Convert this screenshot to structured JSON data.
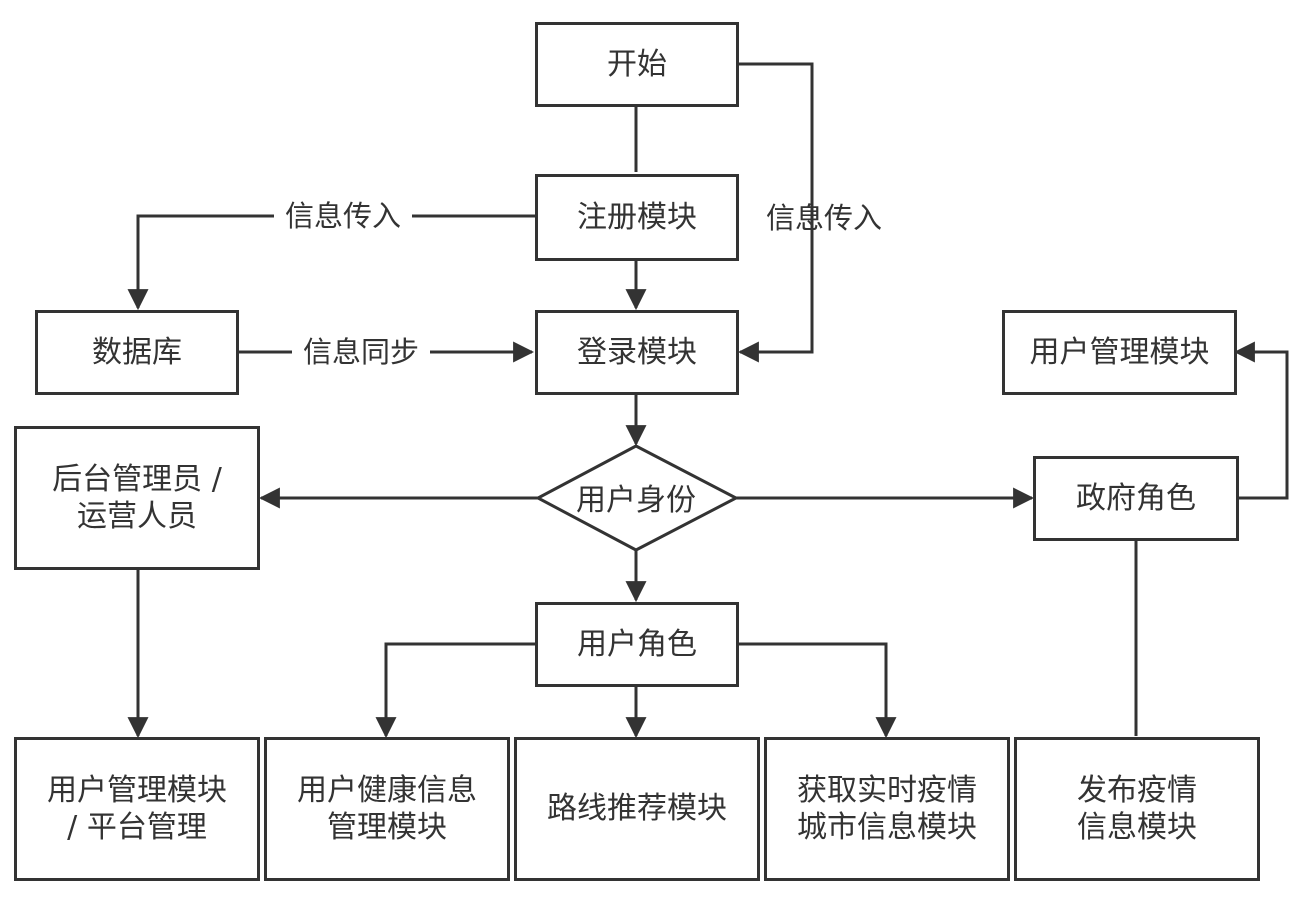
{
  "nodes": {
    "start": "开始",
    "register": "注册模块",
    "login": "登录模块",
    "database": "数据库",
    "user_identity": "用户身份",
    "admin_line1": "后台管理员 /",
    "admin_line2": "运营人员",
    "gov_role": "政府角色",
    "gov_user_mgmt": "用户管理模块",
    "user_role": "用户角色",
    "admin_user_mgmt_line1": "用户管理模块",
    "admin_user_mgmt_line2": "/ 平台管理",
    "health_line1": "用户健康信息",
    "health_line2": "管理模块",
    "route": "路线推荐模块",
    "epidemic_line1": "获取实时疫情",
    "epidemic_line2": "城市信息模块",
    "publish_line1": "发布疫情",
    "publish_line2": "信息模块"
  },
  "edge_labels": {
    "register_to_db": "信息传入",
    "start_to_login": "信息传入",
    "db_to_login": "信息同步"
  },
  "colors": {
    "stroke": "#333333",
    "text": "#333333",
    "background": "#ffffff"
  }
}
